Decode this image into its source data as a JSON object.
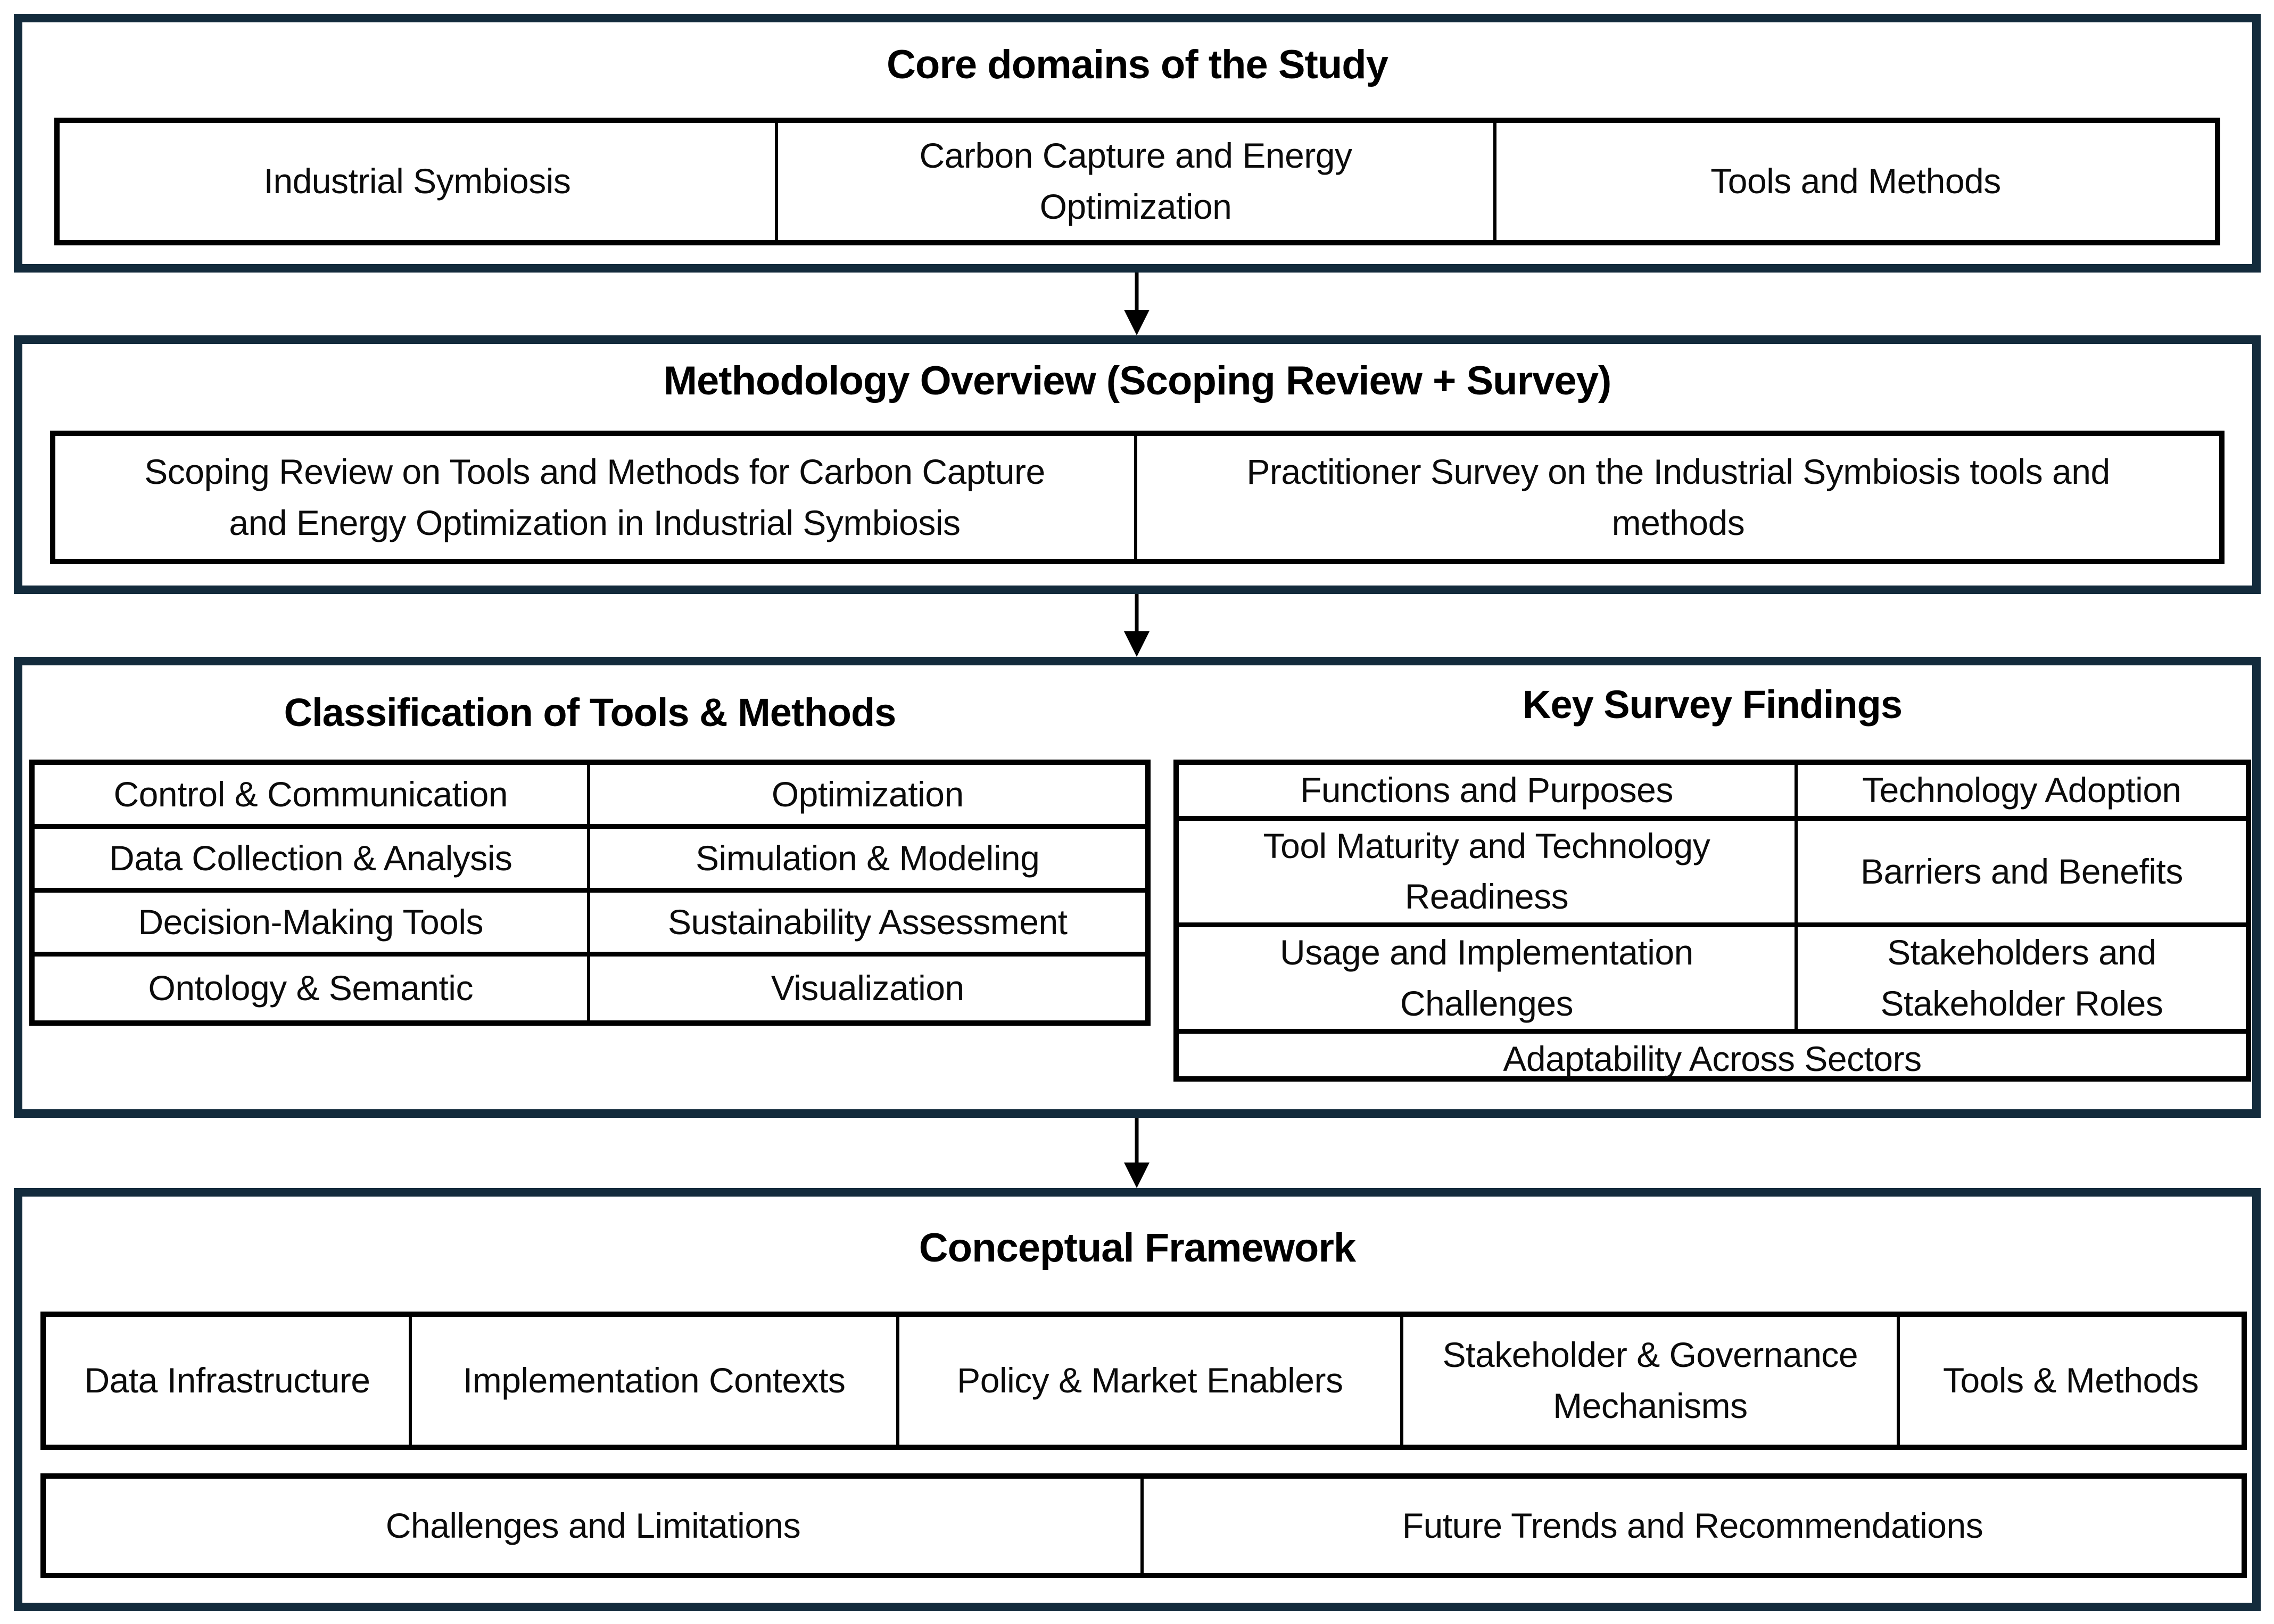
{
  "colors": {
    "panel_border": "#132b3c",
    "table_border": "#000000",
    "text": "#0b0b0b",
    "background": "#ffffff"
  },
  "sections": {
    "core": {
      "title": "Core domains of the Study",
      "cells": [
        "Industrial Symbiosis",
        "Carbon Capture and Energy\nOptimization",
        "Tools and Methods"
      ]
    },
    "methodology": {
      "title": "Methodology Overview (Scoping Review + Survey)",
      "cells": [
        "Scoping Review on Tools and Methods for Carbon Capture\nand Energy Optimization in Industrial Symbiosis",
        "Practitioner Survey on the Industrial Symbiosis tools and\nmethods"
      ]
    },
    "classification": {
      "title": "Classification of Tools & Methods",
      "rows": [
        [
          "Control & Communication",
          "Optimization"
        ],
        [
          "Data Collection & Analysis",
          "Simulation & Modeling"
        ],
        [
          "Decision-Making Tools",
          "Sustainability Assessment"
        ],
        [
          "Ontology & Semantic",
          "Visualization"
        ]
      ]
    },
    "survey": {
      "title": "Key Survey Findings",
      "rows": [
        [
          "Functions and Purposes",
          "Technology Adoption"
        ],
        [
          "Tool Maturity and Technology\nReadiness",
          "Barriers and Benefits"
        ],
        [
          "Usage and Implementation\nChallenges",
          "Stakeholders and\nStakeholder Roles"
        ]
      ],
      "full_row": "Adaptability Across Sectors"
    },
    "framework": {
      "title": "Conceptual Framework",
      "row1": [
        "Data Infrastructure",
        "Implementation Contexts",
        "Policy & Market Enablers",
        "Stakeholder & Governance\nMechanisms",
        "Tools & Methods"
      ],
      "row2": [
        "Challenges and Limitations",
        "Future Trends and Recommendations"
      ]
    }
  }
}
